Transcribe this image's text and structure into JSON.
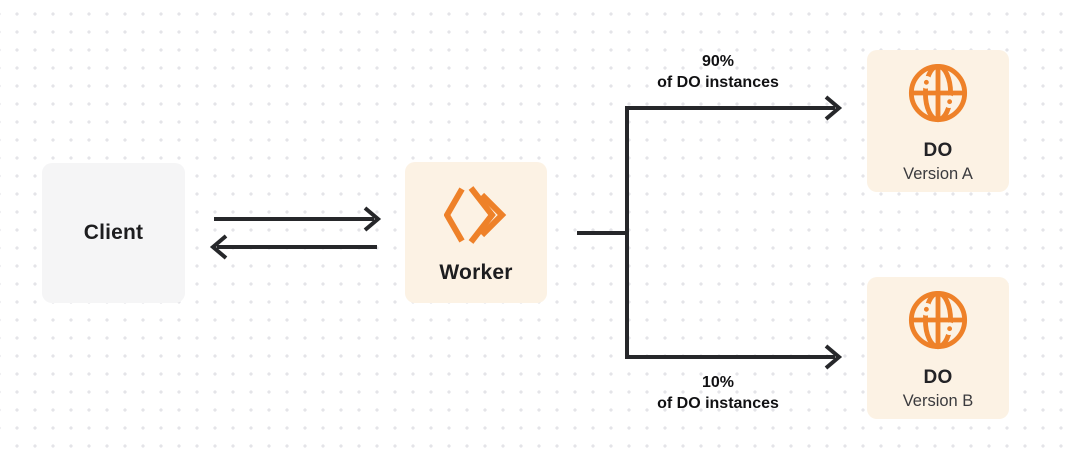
{
  "nodes": {
    "client": {
      "label": "Client"
    },
    "worker": {
      "label": "Worker"
    },
    "do_version_a": {
      "title": "DO",
      "subtitle": "Version A"
    },
    "do_version_b": {
      "title": "DO",
      "subtitle": "Version B"
    }
  },
  "branches": {
    "top": {
      "percent": "90%",
      "caption": "of DO instances"
    },
    "bottom": {
      "percent": "10%",
      "caption": "of DO instances"
    }
  },
  "icons": {
    "worker_icon": "workers-chevrons-icon",
    "durable_object_icon": "globe-icon"
  },
  "colors": {
    "accent_orange": "#ee8129",
    "cream_box": "#fcf2e4",
    "gray_box": "#f5f5f6",
    "connector_line": "#26272a",
    "text_primary": "#1d1d1f",
    "text_secondary": "#3b3b3e",
    "grid_dot": "#e4e4e8"
  }
}
